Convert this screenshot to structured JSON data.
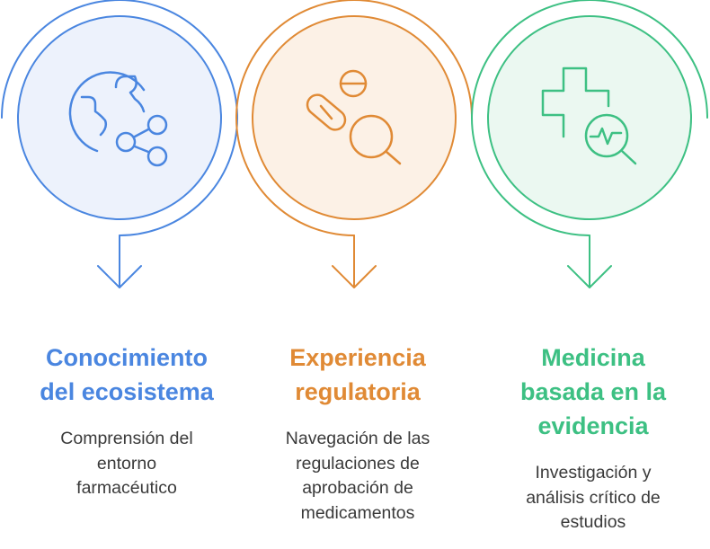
{
  "colors": {
    "blue": "#4a86e0",
    "blue_fill": "#edf2fc",
    "orange": "#e08a35",
    "orange_fill": "#fcf1e6",
    "green": "#3dc083",
    "green_fill": "#ebf8f1"
  },
  "items": [
    {
      "title": "Conocimiento\ndel ecosistema",
      "description": "Comprensión del\nentorno\nfarmacéutico",
      "icon": "globe-network-icon",
      "color": "#4a86e0"
    },
    {
      "title": "Experiencia\nregulatoria",
      "description": "Navegación de las\nregulaciones de\naprobación de\nmedicamentos",
      "icon": "pills-magnifier-icon",
      "color": "#e08a35"
    },
    {
      "title": "Medicina\nbasada en la\nevidencia",
      "description": "Investigación y\nanálisis crítico de\nestudios",
      "icon": "medical-cross-search-icon",
      "color": "#3dc083"
    }
  ]
}
